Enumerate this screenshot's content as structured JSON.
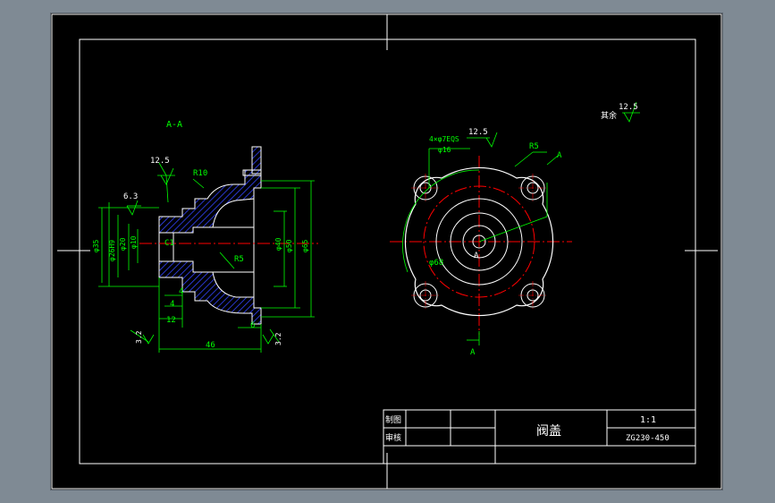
{
  "section_label": "A-A",
  "roughness": {
    "top_left": "12.5",
    "inner": "6.3",
    "holes": "12.5",
    "other_label": "其余",
    "other_value": "12.5",
    "bottom_left": "3.2",
    "bottom_right": "3.2"
  },
  "section_dims": {
    "r10": "R10",
    "c1": "C1",
    "r5": "R5",
    "d35": "φ35",
    "d26h9": "φ26H9",
    "d20": "φ20",
    "d10": "φ10",
    "d40": "φ40",
    "d50": "φ50",
    "d65": "φ65",
    "len4a": "4",
    "len4b": "4",
    "len12": "12",
    "len6": "6",
    "len46": "46"
  },
  "plan_view": {
    "holes_callout": "4×φ7EQS",
    "counterbore": "φ16",
    "r5": "R5",
    "bolt_circle": "φ68",
    "section_mark_top": "A",
    "section_mark_bottom": "A",
    "section_mark_center": "A"
  },
  "title_block": {
    "row1_label": "制图",
    "row2_label": "审核",
    "part_name": "阀盖",
    "scale": "1:1",
    "material": "ZG230-450"
  },
  "colors": {
    "background": "#000000",
    "frame": "#ffffff",
    "dimension": "#00ff00",
    "centerline": "#ff0000",
    "hatch": "#3344ff",
    "outline": "#ffffff"
  }
}
